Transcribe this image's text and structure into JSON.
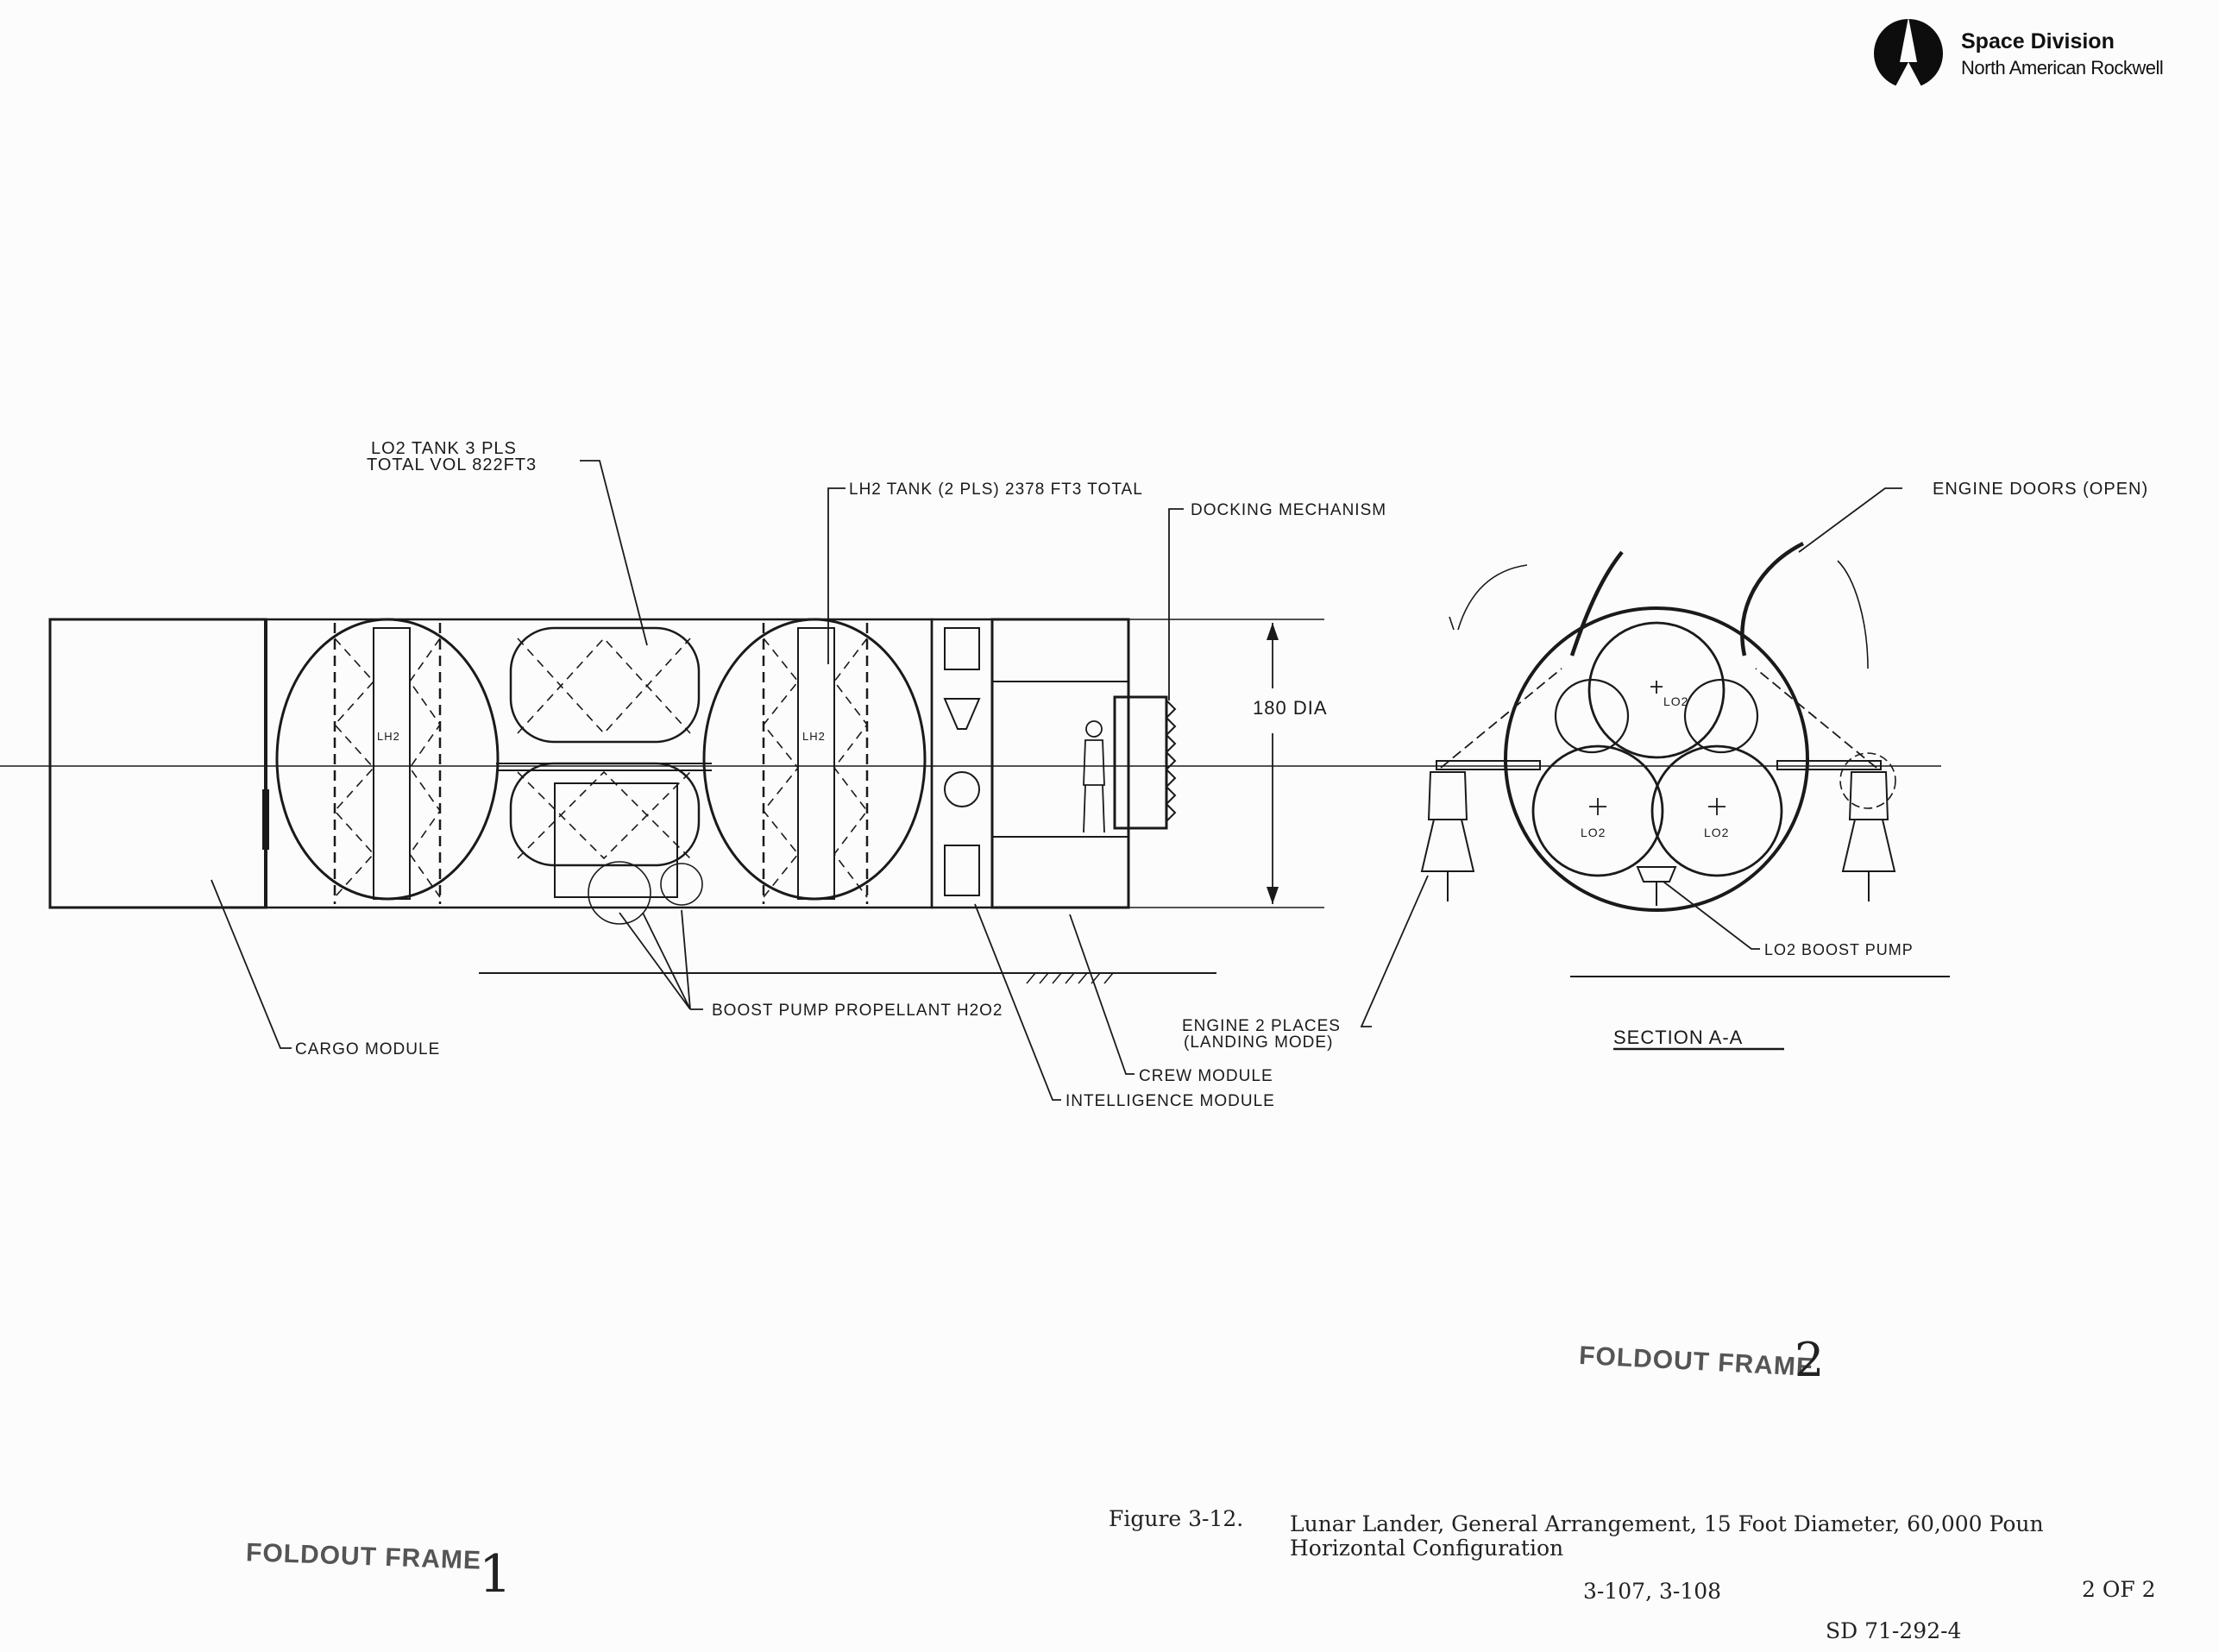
{
  "header": {
    "brand": "Space Division",
    "company": "North American Rockwell"
  },
  "callouts": {
    "lo2_tank_l1": "LO2 TANK 3 PLS",
    "lo2_tank_l2": "TOTAL VOL 822FT3",
    "lh2_tank": "LH2 TANK (2 PLS) 2378 FT3 TOTAL",
    "docking": "DOCKING MECHANISM",
    "dia": "180 DIA",
    "lh2_a": "LH2",
    "lh2_b": "LH2",
    "boost_pump": "BOOST PUMP PROPELLANT H2O2",
    "cargo": "CARGO MODULE",
    "crew": "CREW MODULE",
    "intelligence": "INTELLIGENCE MODULE",
    "engine_doors": "ENGINE DOORS (OPEN)",
    "lo2_top": "LO2",
    "lo2_left": "LO2",
    "lo2_right": "LO2",
    "lo2_boost_pump": "LO2 BOOST PUMP",
    "engine_l1": "ENGINE 2 PLACES",
    "engine_l2": "(LANDING MODE)",
    "section": "SECTION A-A"
  },
  "stamps": {
    "frame2": "FOLDOUT FRAME",
    "frame2_num": "2",
    "frame1": "FOLDOUT FRAME",
    "frame1_num": "1"
  },
  "caption": {
    "figure_label": "Figure 3-12.",
    "line1": "Lunar Lander, General Arrangement, 15 Foot Diameter, 60,000 Poun",
    "line2": "Horizontal Configuration",
    "pages": "3-107, 3-108",
    "sheet": "2 OF 2",
    "doc_number": "SD 71-292-4"
  }
}
